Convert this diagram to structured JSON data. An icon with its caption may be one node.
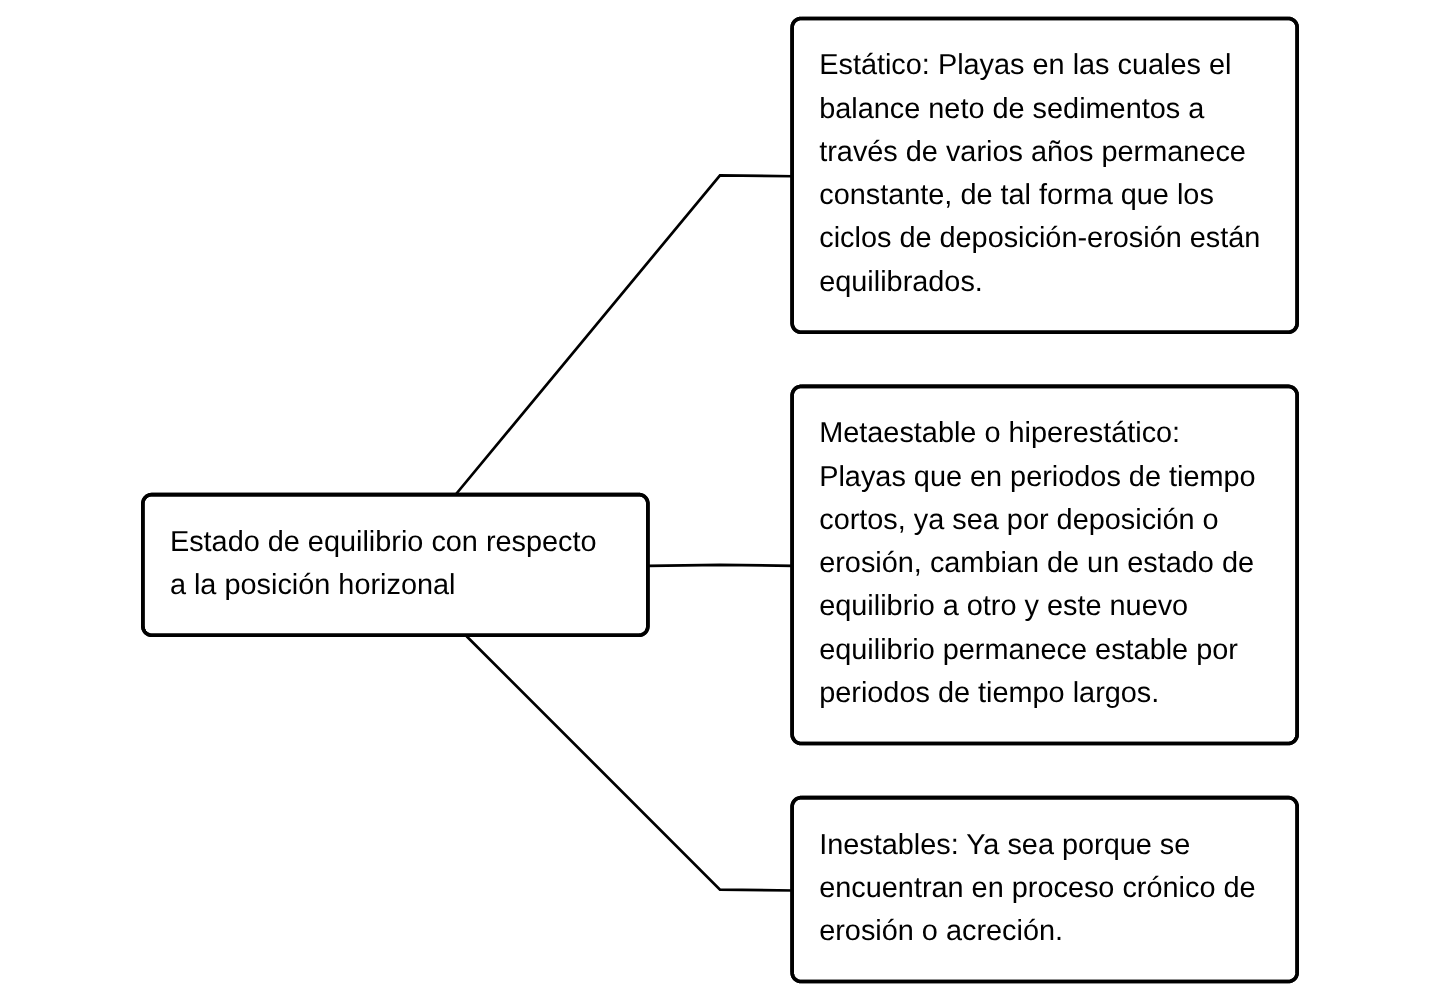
{
  "diagram": {
    "nodes": [
      {
        "text": [
          "Estado de equilibrio con respecto a la posición horizonal"
        ]
      },
      {
        "text": [
          "Estático: Playas en las cuales el balance neto de sedimentos a través de varios años permanece constante, de tal forma que los ciclos de deposición-erosión están equilibrados."
        ]
      },
      {
        "text": [
          "Metaestable o hiperestático: Playas que en periodos de tiempo cortos, ya sea por deposición o erosión, cambian de un estado de equilibrio a otro y este nuevo equilibrio permanece estable por periodos de tiempo largos."
        ]
      },
      {
        "text": [
          "Inestables: Ya sea porque se encuentran en proceso crónico de erosión o acreción."
        ]
      }
    ],
    "edges": [
      {
        "from": 0,
        "to": 1,
        "arrow": "none"
      },
      {
        "from": 0,
        "to": 2,
        "arrow": "none"
      },
      {
        "from": 0,
        "to": 3,
        "arrow": "none"
      }
    ]
  }
}
